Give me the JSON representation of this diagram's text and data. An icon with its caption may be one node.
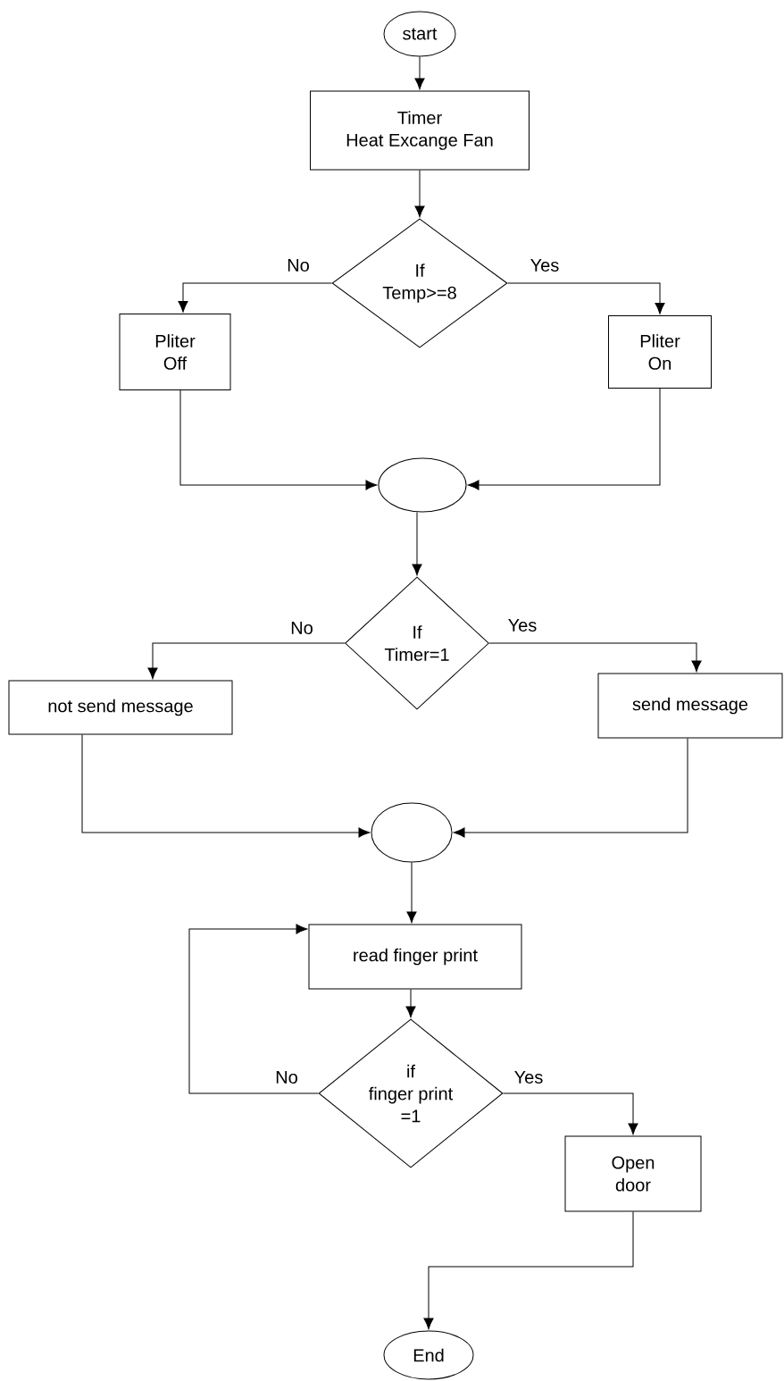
{
  "diagram": {
    "nodes": [
      {
        "text": [
          "start"
        ]
      },
      {
        "text": [
          "Timer",
          "Heat Excange Fan"
        ]
      },
      {
        "text": [
          "If",
          "Temp>=8"
        ]
      },
      {
        "text": [
          "Pliter",
          "Off"
        ]
      },
      {
        "text": [
          "Pliter",
          "On"
        ]
      },
      {
        "text": [],
        "shape": "circle"
      },
      {
        "text": [
          "If",
          "Timer=1"
        ]
      },
      {
        "text": [
          "not send message"
        ]
      },
      {
        "text": [
          "send message"
        ]
      },
      {
        "text": [],
        "shape": "circle"
      },
      {
        "text": [
          "read finger print"
        ]
      },
      {
        "text": [
          "if",
          "finger print",
          "=1"
        ]
      },
      {
        "text": [
          "Open",
          "door"
        ]
      },
      {
        "text": [
          "End"
        ]
      }
    ],
    "edges": [
      {
        "from": 0,
        "to": 1,
        "arrow": "to"
      },
      {
        "from": 1,
        "to": 2,
        "arrow": "to"
      },
      {
        "from": 2,
        "to": 3,
        "arrow": "to",
        "label": "No"
      },
      {
        "from": 2,
        "to": 4,
        "arrow": "to",
        "label": "Yes"
      },
      {
        "from": 3,
        "to": 5,
        "arrow": "to"
      },
      {
        "from": 4,
        "to": 5,
        "arrow": "to"
      },
      {
        "from": 5,
        "to": 6,
        "arrow": "to"
      },
      {
        "from": 6,
        "to": 7,
        "arrow": "to",
        "label": "No"
      },
      {
        "from": 6,
        "to": 8,
        "arrow": "to",
        "label": "Yes"
      },
      {
        "from": 7,
        "to": 9,
        "arrow": "to"
      },
      {
        "from": 8,
        "to": 9,
        "arrow": "to"
      },
      {
        "from": 9,
        "to": 10,
        "arrow": "to"
      },
      {
        "from": 10,
        "to": 11,
        "arrow": "to"
      },
      {
        "from": 11,
        "to": 10,
        "arrow": "to",
        "label": "No"
      },
      {
        "from": 11,
        "to": 12,
        "arrow": "to",
        "label": "Yes"
      },
      {
        "from": 12,
        "to": 13,
        "arrow": "to"
      }
    ]
  }
}
